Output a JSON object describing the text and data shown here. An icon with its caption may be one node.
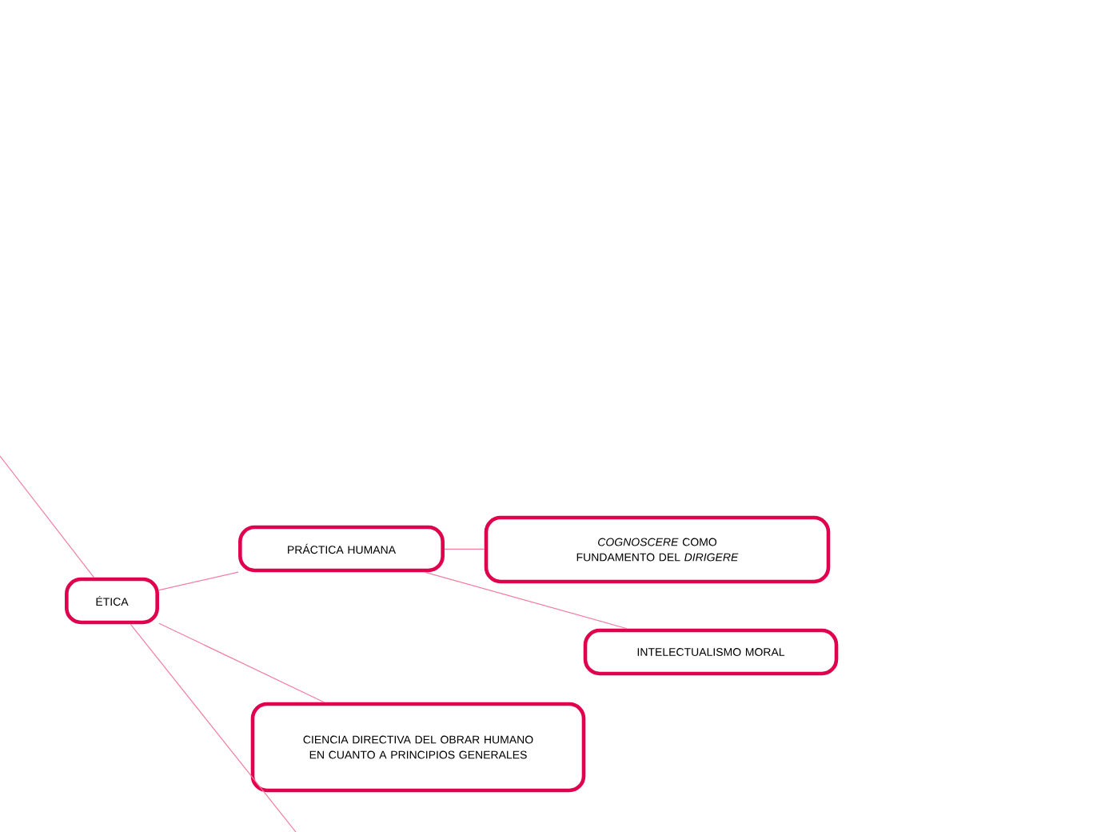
{
  "diagram": {
    "nodes": [
      {
        "text": [
          "ÉTICA"
        ]
      },
      {
        "text": [
          "PRÁCTICA HUMANA"
        ]
      },
      {
        "text": [
          "*COGNOSCERE* COMO FUNDAMENTO DEL *DIRIGERE*"
        ]
      },
      {
        "text": [
          "INTELECTUALISMO MORAL"
        ]
      },
      {
        "text": [
          "CIENCIA DIRECTIVA DEL OBRAR HUMANO EN CUANTO A PRINCIPIOS GENERALES"
        ]
      }
    ],
    "edges": [
      {
        "from": 0,
        "to": 1,
        "arrow": "none"
      },
      {
        "from": 1,
        "to": 2,
        "arrow": "none"
      },
      {
        "from": 1,
        "to": 3,
        "arrow": "none"
      },
      {
        "from": 0,
        "to": 4,
        "arrow": "none"
      },
      {
        "from": null,
        "to": 0,
        "arrow": "none"
      },
      {
        "from": 0,
        "to": null,
        "arrow": "none"
      }
    ]
  }
}
